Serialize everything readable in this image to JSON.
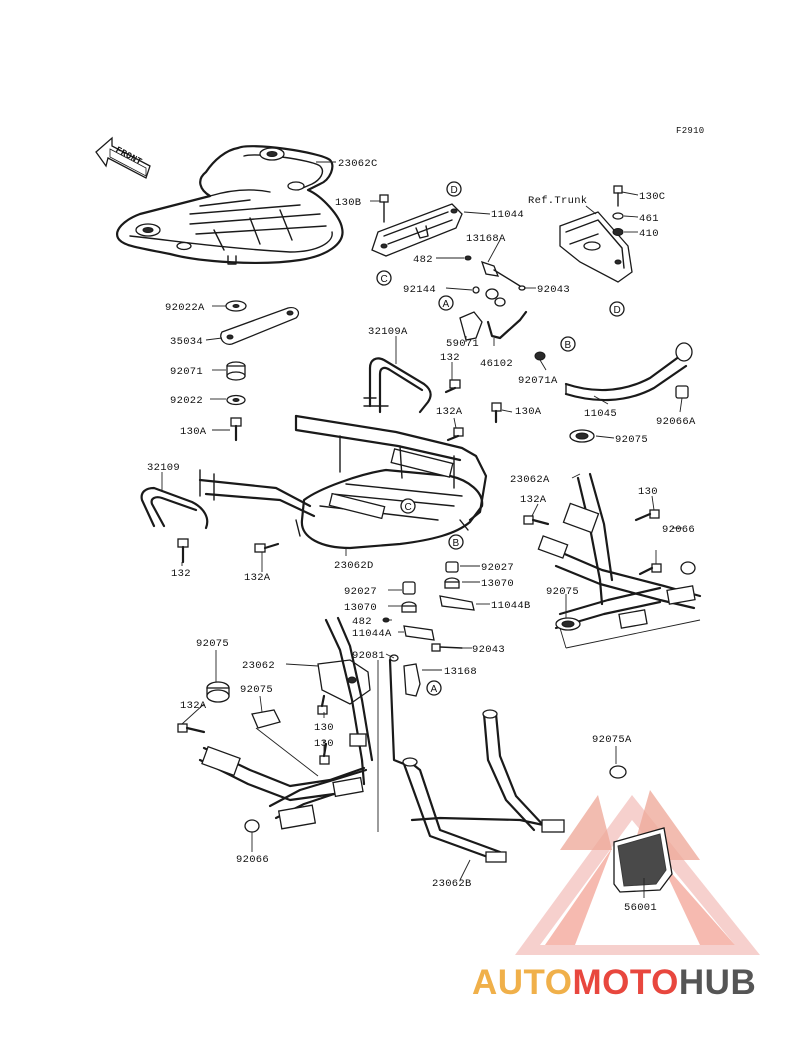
{
  "figure_code": "F2910",
  "front_label": "FRONT",
  "reference_label": "Ref.Trunk",
  "callout_letters": [
    "A",
    "B",
    "C",
    "D"
  ],
  "watermark": {
    "part1": "AUTO",
    "part2": "MOTO",
    "part3": "HUB",
    "color_part1": "#f0b04a",
    "color_part2": "#e8473e",
    "color_part3": "#555555"
  },
  "parts": [
    "23062C",
    "130B",
    "11044",
    "130C",
    "461",
    "410",
    "13168A",
    "482",
    "92043",
    "92144",
    "59071",
    "46102",
    "92022A",
    "35034",
    "92071",
    "92022",
    "130A",
    "32109A",
    "132",
    "92071A",
    "11045",
    "92066A",
    "132A",
    "130A",
    "92075",
    "23062A",
    "32109",
    "130",
    "132A",
    "92066",
    "132",
    "132A",
    "23062D",
    "92027",
    "13070",
    "11044B",
    "92027",
    "13070",
    "482",
    "11044A",
    "92043",
    "92075",
    "92075",
    "23062",
    "92081",
    "13168",
    "92075",
    "130",
    "132A",
    "130",
    "92075A",
    "92066",
    "23062B",
    "56001"
  ]
}
